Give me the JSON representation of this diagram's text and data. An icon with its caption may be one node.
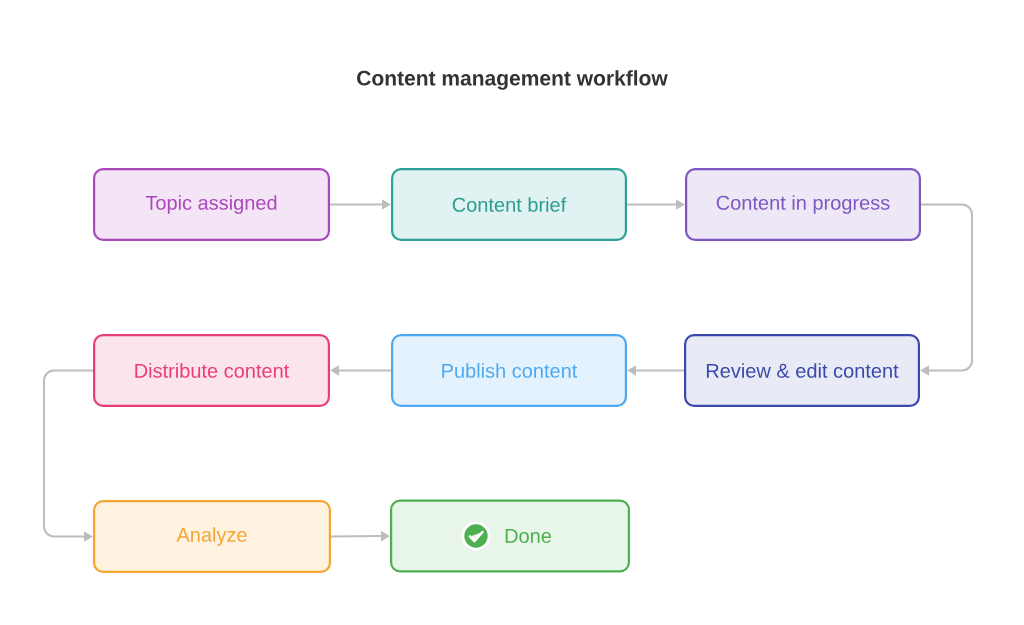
{
  "diagram": {
    "title": "Content management workflow",
    "nodes": [
      {
        "text": [
          "Topic assigned"
        ]
      },
      {
        "text": [
          "Content brief"
        ]
      },
      {
        "text": [
          "Content in progress"
        ]
      },
      {
        "text": [
          "Distribute content"
        ]
      },
      {
        "text": [
          "Publish content"
        ]
      },
      {
        "text": [
          "Review & edit content"
        ]
      },
      {
        "text": [
          "Analyze"
        ]
      },
      {
        "text": [
          "Done"
        ]
      }
    ],
    "edges": [
      {
        "from": 0,
        "to": 1,
        "arrow": "to"
      },
      {
        "from": 1,
        "to": 2,
        "arrow": "to"
      },
      {
        "from": 2,
        "to": 5,
        "arrow": "to"
      },
      {
        "from": 5,
        "to": 4,
        "arrow": "to"
      },
      {
        "from": 4,
        "to": 3,
        "arrow": "to"
      },
      {
        "from": 3,
        "to": 6,
        "arrow": "to"
      },
      {
        "from": 6,
        "to": 7,
        "arrow": "to"
      }
    ]
  }
}
